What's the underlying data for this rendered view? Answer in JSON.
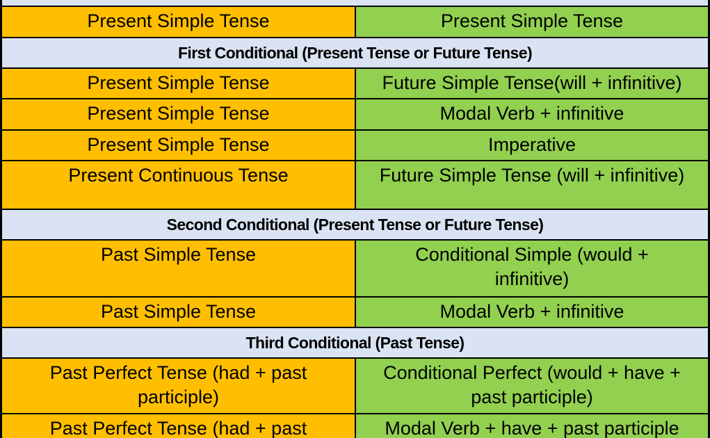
{
  "colors": {
    "if_clause_bg": "#ffbf00",
    "main_clause_bg": "#92d050",
    "header_bg": "#dae3f3",
    "border": "#000000"
  },
  "rows": [
    {
      "left": "Present Simple Tense",
      "right": "Present Simple Tense"
    },
    {
      "header": "First Conditional (Present Tense or Future Tense)"
    },
    {
      "left": "Present Simple Tense",
      "right": "Future Simple Tense(will + infinitive)"
    },
    {
      "left": "Present Simple Tense",
      "right": "Modal Verb + infinitive"
    },
    {
      "left": "Present Simple Tense",
      "right": "Imperative"
    },
    {
      "left": "Present Continuous Tense",
      "right": "Future Simple Tense (will + infinitive)"
    },
    {
      "header": "Second Conditional (Present Tense or Future Tense)"
    },
    {
      "left": "Past Simple Tense",
      "right": "Conditional Simple (would + infinitive)"
    },
    {
      "left": "Past Simple Tense",
      "right": "Modal Verb + infinitive"
    },
    {
      "header": "Third Conditional (Past Tense)"
    },
    {
      "left": "Past Perfect Tense (had + past participle)",
      "right": "Conditional Perfect (would + have + past participle)"
    },
    {
      "left": "Past Perfect Tense (had + past",
      "right": "Modal Verb + have + past participle"
    }
  ]
}
